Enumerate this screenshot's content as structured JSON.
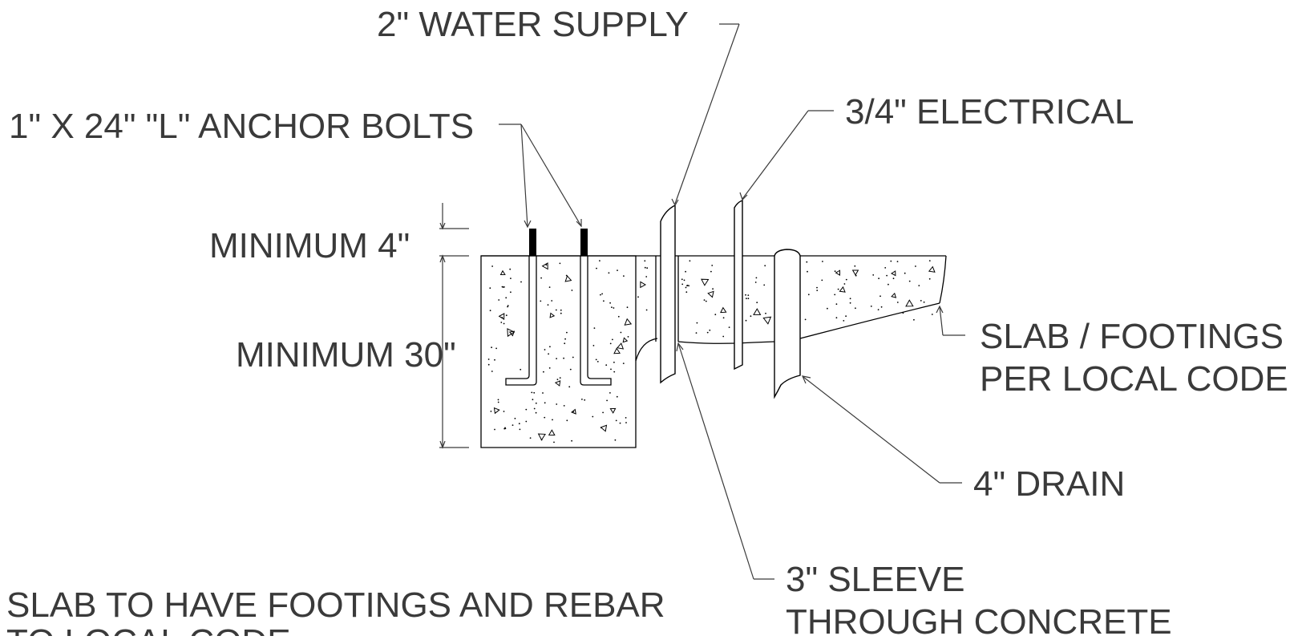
{
  "labels": {
    "water_supply": "2\" WATER SUPPLY",
    "electrical": "3/4\" ELECTRICAL",
    "anchor_bolts": "1\" X 24\" \"L\" ANCHOR BOLTS",
    "min_4": "MINIMUM  4\"",
    "min_30": "MINIMUM  30\"",
    "slab_footings_1": "SLAB / FOOTINGS",
    "slab_footings_2": "PER LOCAL CODE",
    "drain": "4\" DRAIN",
    "sleeve_1": "3\" SLEEVE",
    "sleeve_2": "THROUGH CONCRETE",
    "note_1": "SLAB TO HAVE FOOTINGS AND REBAR",
    "note_2": "TO LOCAL CODE"
  },
  "colors": {
    "text": "#3a3a3a",
    "line": "#000000",
    "background": "#ffffff"
  }
}
